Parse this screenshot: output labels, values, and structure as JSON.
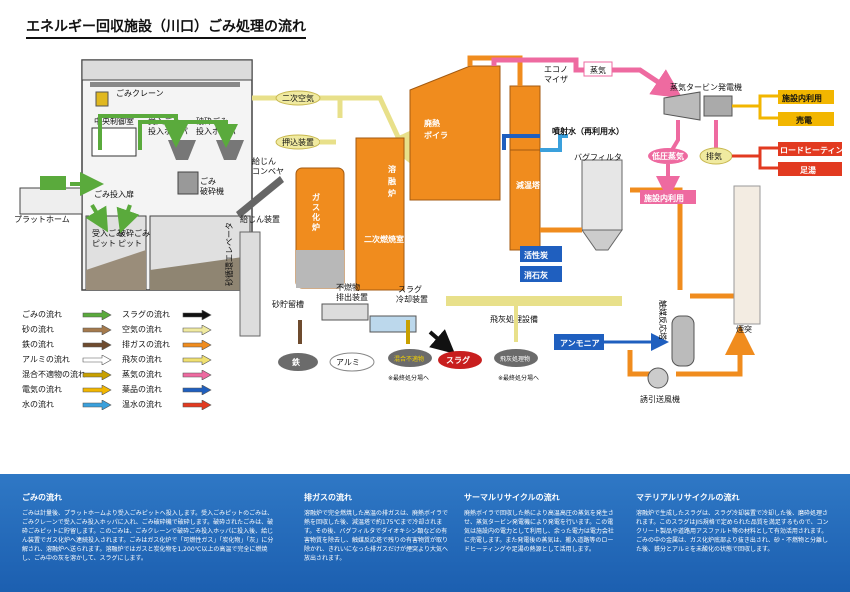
{
  "title": "エネルギー回収施設（川口）ごみ処理の流れ",
  "labels": {
    "crane": "ごみクレーン",
    "control_room": "中央制御室",
    "receive_hopper": "受入ごみ\n投入ホッパ",
    "crush_hopper": "破砕ごみ\n投入ホッパ",
    "crusher": "ごみ\n破砕機",
    "feed_door": "ごみ投入扉",
    "platform": "プラットホーム",
    "receive_pit": "受入ごみ\nピット",
    "crush_pit": "破砕ごみ\nピット",
    "secondary_air": "二次空気",
    "push_device": "押込装置",
    "feed_conveyor": "給じん\nコンベヤ",
    "feeder": "給じん装置",
    "sand_elevator": "砂循環エレベータ",
    "gasifier": "ガス化炉",
    "sand_tank": "砂貯留槽",
    "noncombust": "不燃物\n排出装置",
    "melt_furnace": "溶融炉",
    "secondary_combust": "二次燃焼室",
    "slag_cooler": "スラグ\n冷却装置",
    "boiler": "廃熱ボイラ",
    "economizer": "エコノマイザ",
    "reduce_tower": "減温塔",
    "water_spray": "噴射水（再利用水）",
    "bagfilter": "バグフィルタ",
    "activated_carbon": "活性炭",
    "slaked_lime": "消石灰",
    "ash_processing": "飛灰処理設備",
    "ammonia": "アンモニア",
    "catalyst": "触媒反応塔",
    "fan": "誘引送風機",
    "chimney": "煙突",
    "steam": "蒸気",
    "turbine": "蒸気タービン発電機",
    "internal_use": "施設内利用",
    "power_sale": "売電",
    "low_steam": "低圧蒸気",
    "exhaust_steam": "排気",
    "internal_use2": "施設内利用",
    "road_heating": "ロードヒーティング",
    "footbath": "足湯",
    "out_iron": "鉄",
    "out_alumi": "アルミ",
    "out_mix": "混合不適物",
    "out_slag": "スラグ",
    "out_ash": "飛灰処理物",
    "note_final1": "※最終処分場へ",
    "note_final2": "※最終処分場へ"
  },
  "legend": [
    {
      "label": "ごみの流れ",
      "color": "#5aaa3c"
    },
    {
      "label": "砂の流れ",
      "color": "#a57a4c"
    },
    {
      "label": "鉄の流れ",
      "color": "#6e4b2e"
    },
    {
      "label": "アルミの流れ",
      "color": "#ffffff"
    },
    {
      "label": "混合不適物の流れ",
      "color": "#c8a000"
    },
    {
      "label": "電気の流れ",
      "color": "#f2b600"
    },
    {
      "label": "水の流れ",
      "color": "#3aa0dc"
    },
    {
      "label": "スラグの流れ",
      "color": "#111111"
    },
    {
      "label": "空気の流れ",
      "color": "#f0eaa0"
    },
    {
      "label": "排ガスの流れ",
      "color": "#f08c1e"
    },
    {
      "label": "飛灰の流れ",
      "color": "#f0e070"
    },
    {
      "label": "蒸気の流れ",
      "color": "#ee6aa0"
    },
    {
      "label": "薬品の流れ",
      "color": "#1f5fbf"
    },
    {
      "label": "温水の流れ",
      "color": "#e23a20"
    }
  ],
  "footer": [
    {
      "heading": "ごみの流れ",
      "body": "ごみは計量後、プラットホームより受入ごみピットへ投入します。受入ごみピットのごみは、ごみクレーンで受入ごみ投入ホッパに入れ、ごみ破砕機で破砕します。破砕されたごみは、破砕ごみピットに貯留します。このごみは、ごみクレーンで破砕ごみ投入ホッパに投入後、給じん装置でガス化炉へ連続投入されます。ごみはガス化炉で「可燃性ガス」「炭化物」「灰」に分解され、溶融炉へ送られます。溶融炉ではガスと炭化物を1,200℃以上の高温で完全に燃焼し、ごみ中の灰を溶かして、スラグにします。"
    },
    {
      "heading": "排ガスの流れ",
      "body": "溶融炉で完全燃焼した高温の排ガスは、廃熱ボイラで熱を回収した後、減温塔で約175℃まで冷却されます。その後、バグフィルタでダイオキシン類などの有害物質を除去し、触媒反応塔で残りの有害物質が取り除かれ、きれいになった排ガスだけが煙突より大気へ放出されます。"
    },
    {
      "heading": "サーマルリサイクルの流れ",
      "body": "廃熱ボイラで回収した熱により高温高圧の蒸気を発生させ、蒸気タービン発電機により発電を行います。この電気は施設内の電力として利用し、余った電力は電力会社に売電します。また発電後の蒸気は、搬入道路等のロードヒーティングや足湯の熱源として活用します。"
    },
    {
      "heading": "マテリアルリサイクルの流れ",
      "body": "溶融炉で生成したスラグは、スラグ冷却装置で冷却した後、磨砕処理されます。このスラグはJIS規格で定められた品質を満足するもので、コンクリート製品や道路用アスファルト等の材料として有効活用されます。ごみの中の金属は、ガス化炉底部より抜き出され、砂・不燃物と分離した後、鉄分とアルミを未酸化の状態で回収します。"
    }
  ]
}
